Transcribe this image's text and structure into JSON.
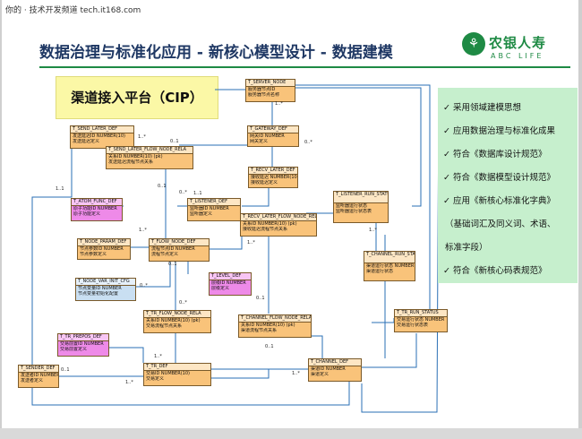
{
  "watermark": "你的 · 技术开发频道 tech.it168.com",
  "title": "数据治理与标准化应用 - 新核心模型设计 - 数据建模",
  "logo": {
    "cn": "农银人寿",
    "en": "ABC LIFE"
  },
  "cip_label": "渠道接入平台（CIP）",
  "entities": [
    {
      "id": "T_SERVER_NODE",
      "color": "orange",
      "rows": [
        "服务器节点ID",
        "服务器节点名称"
      ]
    },
    {
      "id": "T_SEND_LATER_DEF",
      "color": "orange",
      "rows": [
        "发送延迟ID NUMBER(10)",
        "发送延迟定义"
      ]
    },
    {
      "id": "T_GATEWAY_DEF",
      "color": "orange",
      "rows": [
        "网关ID NUMBER",
        "网关定义"
      ]
    },
    {
      "id": "T_SEND_LATER_FLOW_NODE_RELA",
      "color": "orange",
      "rows": [
        "关系ID NUMBER(10) (pk)",
        "发送延迟流程节点关系"
      ]
    },
    {
      "id": "T_RECV_LATER_DEF",
      "color": "orange",
      "rows": [
        "接收延迟 NUMBER(10)",
        "接收延迟定义"
      ]
    },
    {
      "id": "T_ATOM_FUNC_DEF",
      "color": "pink",
      "rows": [
        "原子功能ID NUMBER",
        "原子功能定义"
      ]
    },
    {
      "id": "T_LISTENER_DEF",
      "color": "orange",
      "rows": [
        "监听器ID NUMBER",
        "监听器定义"
      ]
    },
    {
      "id": "T_LISTENER_RUN_STATUS",
      "color": "orange",
      "rows": [
        "监听器运行状态",
        "监听器运行状态表"
      ]
    },
    {
      "id": "T_RECV_LATER_FLOW_NODE_RELA",
      "color": "orange",
      "rows": [
        "关系ID NUMBER(10) (pk)",
        "接收延迟流程节点关系"
      ]
    },
    {
      "id": "T_NODE_PARAM_DEF",
      "color": "orange",
      "rows": [
        "节点参数ID NUMBER",
        "节点参数定义"
      ]
    },
    {
      "id": "T_FLOW_NODE_DEF",
      "color": "orange",
      "rows": [
        "流程节点ID NUMBER",
        "流程节点定义"
      ]
    },
    {
      "id": "T_CHANNEL_RUN_STATUS",
      "color": "orange",
      "rows": [
        "渠道运行状态 NUMBER",
        "渠道运行状态"
      ]
    },
    {
      "id": "T_NODE_VAR_INIT_CFG",
      "color": "blue",
      "rows": [
        "节点变量ID NUMBER",
        "节点变量初始化配置"
      ]
    },
    {
      "id": "T_LEVEL_DEF",
      "color": "pink",
      "rows": [
        "层级ID NUMBER",
        "层级定义"
      ]
    },
    {
      "id": "T_TR_FLOW_NODE_RELA",
      "color": "orange",
      "rows": [
        "关系ID NUMBER(10) (pk)",
        "交易流程节点关系"
      ]
    },
    {
      "id": "T_CHANNEL_FLOW_NODE_RELA",
      "color": "orange",
      "rows": [
        "关系ID NUMBER(10) (pk)",
        "渠道流程节点关系"
      ]
    },
    {
      "id": "T_TR_RUN_STATUS",
      "color": "orange",
      "rows": [
        "交易运行状态 NUMBER",
        "交易运行状态表"
      ]
    },
    {
      "id": "T_TR_PREPOS_DEF",
      "color": "pink",
      "rows": [
        "交易前置ID NUMBER",
        "交易前置定义"
      ]
    },
    {
      "id": "T_SENDER_DEF",
      "color": "orange",
      "rows": [
        "发送者ID NUMBER",
        "发送者定义"
      ]
    },
    {
      "id": "T_TR_DEF",
      "color": "orange",
      "rows": [
        "交易ID NUMBER(10)",
        "交易定义"
      ]
    },
    {
      "id": "T_CHANNEL_DEF",
      "color": "orange",
      "rows": [
        "渠道ID NUMBER",
        "渠道定义"
      ]
    }
  ],
  "multiplicities": [
    "1..*",
    "0..1",
    "0..*",
    "1..1",
    "1..*",
    "0..1",
    "0..*",
    "1..*",
    "0..1",
    "0..*",
    "1..*",
    "1..1",
    "1..*",
    "0..1",
    "0..*",
    "1..*",
    "0..1",
    "1..*",
    "0..1",
    "1..*"
  ],
  "panel": [
    {
      "check": true,
      "text": "采用领域建模思想"
    },
    {
      "check": true,
      "text": "应用数据治理与标准化成果"
    },
    {
      "check": true,
      "text": "符合《数据库设计规范》"
    },
    {
      "check": true,
      "text": "符合《数据模型设计规范》"
    },
    {
      "check": true,
      "text": "应用《新核心标准化字典》"
    },
    {
      "check": false,
      "text": "（基础词汇及同义词、术语、"
    },
    {
      "check": false,
      "text": "标准字段）"
    },
    {
      "check": true,
      "text": "符合《新核心码表规范》"
    }
  ],
  "check_glyph": "✓"
}
